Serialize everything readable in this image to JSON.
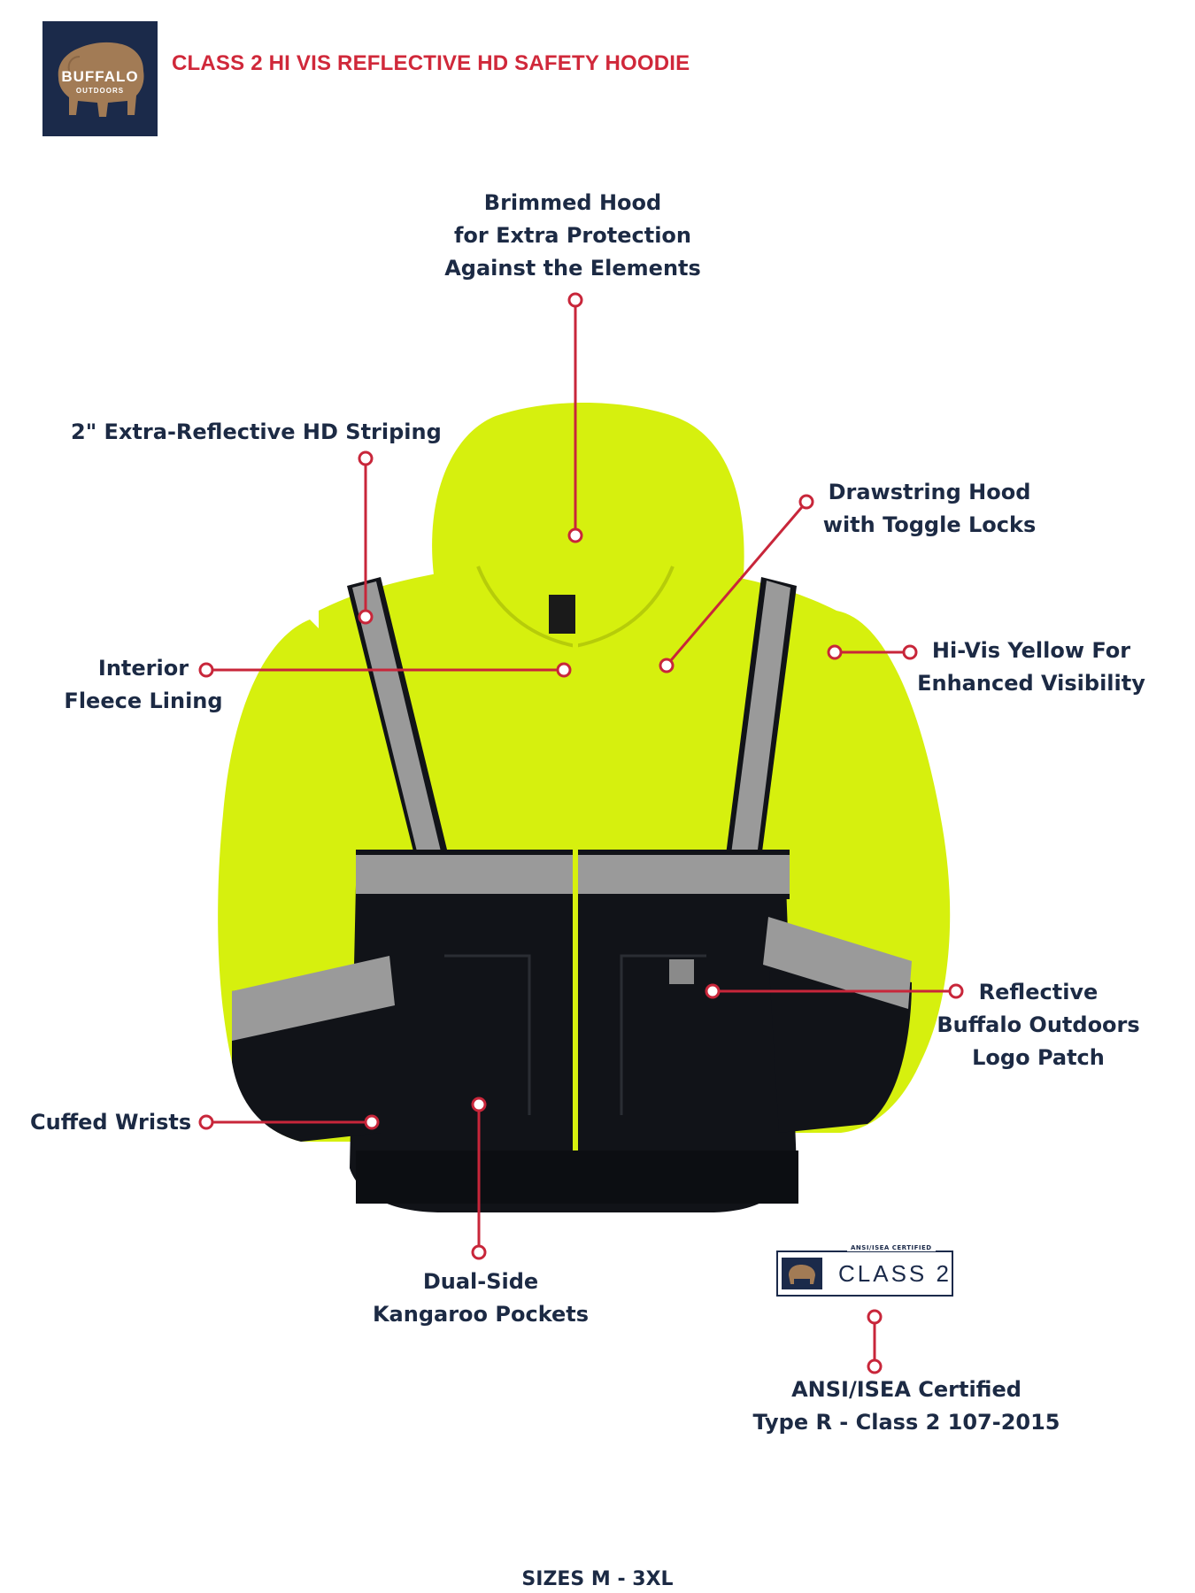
{
  "brand": {
    "logo_top": "BUFFALO",
    "logo_bottom": "OUTDOORS",
    "navy": "#1b2a4a",
    "tan": "#a27b55",
    "accent_red": "#d0283a",
    "hivis_yellow": "#d6f00e",
    "reflective_gray": "#9a9a9a"
  },
  "title": "CLASS 2 HI VIS REFLECTIVE HD SAFETY HOODIE",
  "callouts": {
    "hood": [
      "Brimmed Hood",
      "for Extra Protection",
      "Against the Elements"
    ],
    "striping": [
      "2\" Extra-Reflective HD Striping"
    ],
    "drawstring": [
      "Drawstring Hood",
      "with Toggle Locks"
    ],
    "fleece": [
      "Interior",
      "Fleece Lining"
    ],
    "hivis": [
      "Hi-Vis Yellow For",
      "Enhanced Visibility"
    ],
    "logo_patch": [
      "Reflective",
      "Buffalo Outdoors",
      "Logo Patch"
    ],
    "cuffs": [
      "Cuffed Wrists"
    ],
    "pockets": [
      "Dual-Side",
      "Kangaroo Pockets"
    ],
    "certified": [
      "ANSI/ISEA Certified",
      "Type R - Class 2 107-2015"
    ]
  },
  "badge": {
    "caption": "ANSI/ISEA CERTIFIED",
    "class_text": "CLASS 2"
  },
  "footer": "SIZES M - 3XL"
}
